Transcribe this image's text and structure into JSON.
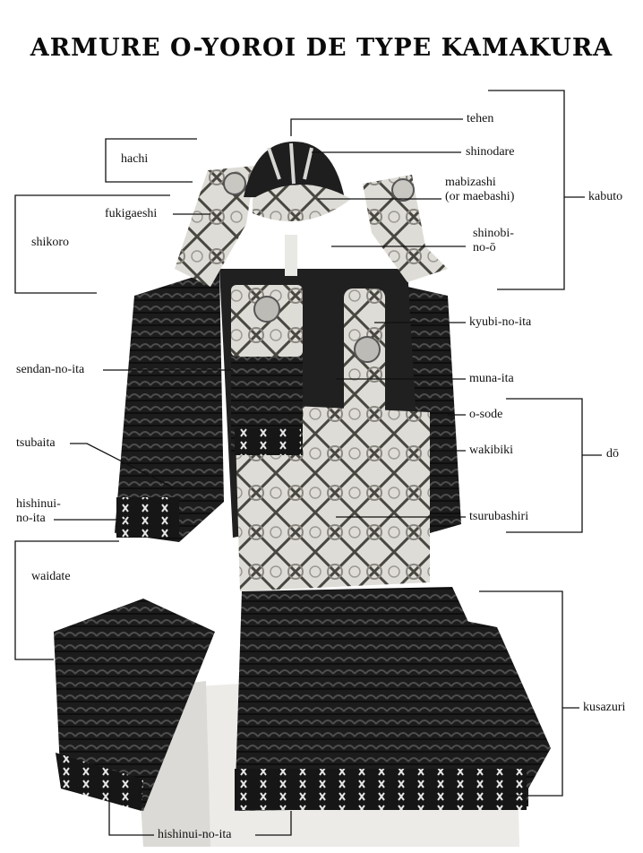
{
  "title": "ARMURE O-YOROI DE TYPE KAMAKURA",
  "labels": {
    "tehen": "tehen",
    "shinodare": "shinodare",
    "mabizashi_1": "mabizashi",
    "mabizashi_2": "(or maebashi)",
    "shinobi_1": "shinobi-",
    "shinobi_2": "no-ō",
    "kabuto": "kabuto",
    "hachi": "hachi",
    "fukigaeshi": "fukigaeshi",
    "shikoro": "shikoro",
    "kyubi": "kyubi-no-ita",
    "sendan": "sendan-no-ita",
    "muna": "muna-ita",
    "osode": "o-sode",
    "wakibiki": "wakibiki",
    "do": "dō",
    "tsubaita": "tsubaita",
    "hishinui_1": "hishinui-",
    "hishinui_2": "no-ita",
    "tsurubashiri": "tsurubashiri",
    "waidate": "waidate",
    "kusazuri": "kusazuri",
    "hishinui_bottom": "hishinui-no-ita"
  },
  "colors": {
    "lacing_dark": "#1b1b1b",
    "brocade_light": "#dcdad4",
    "brocade_pattern": "#4a4a46",
    "stand": "#ecebe8",
    "ink": "#111111"
  }
}
